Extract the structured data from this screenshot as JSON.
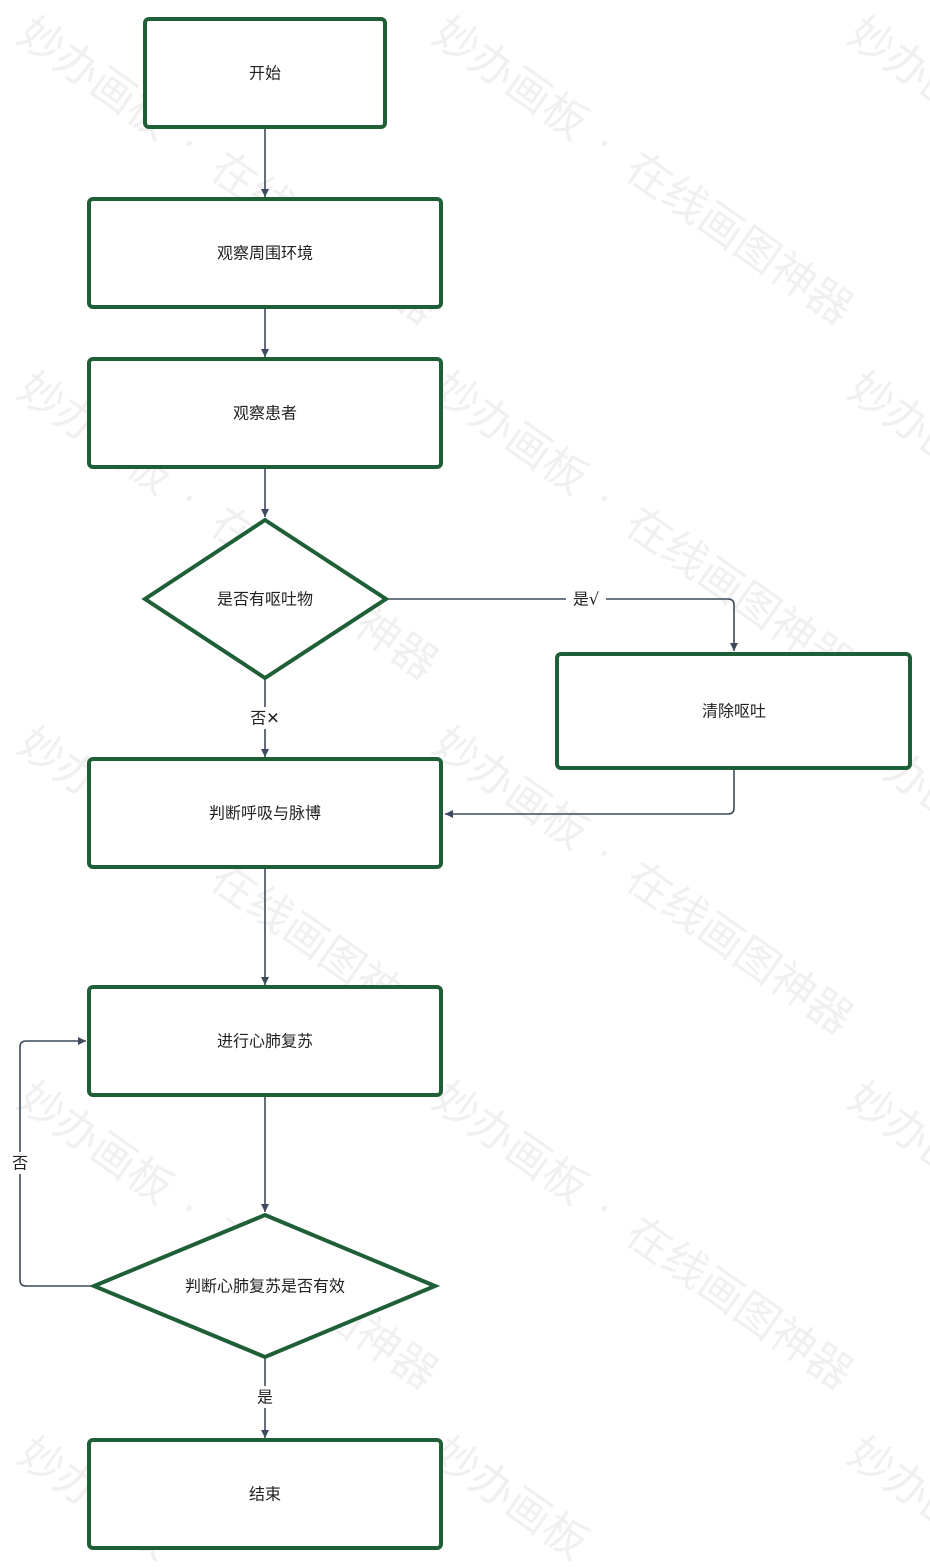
{
  "colors": {
    "node_border": "#1f5f38",
    "edge": "#3d4a5c",
    "text": "#222222",
    "background": "#ffffff"
  },
  "watermark": {
    "text_a": "妙办画板",
    "text_b": "·",
    "text_c": "在线画图神器"
  },
  "nodes": {
    "start": "开始",
    "observe_env": "观察周围环境",
    "observe_patient": "观察患者",
    "vomit_check": "是否有呕吐物",
    "clear_vomit": "清除呕吐",
    "check_breath": "判断呼吸与脉博",
    "cpr": "进行心肺复苏",
    "cpr_check": "判断心肺复苏是否有效",
    "end": "结束"
  },
  "edges": {
    "vomit_yes": "是√",
    "vomit_no": "否✕",
    "cpr_no": "否",
    "cpr_yes": "是"
  }
}
